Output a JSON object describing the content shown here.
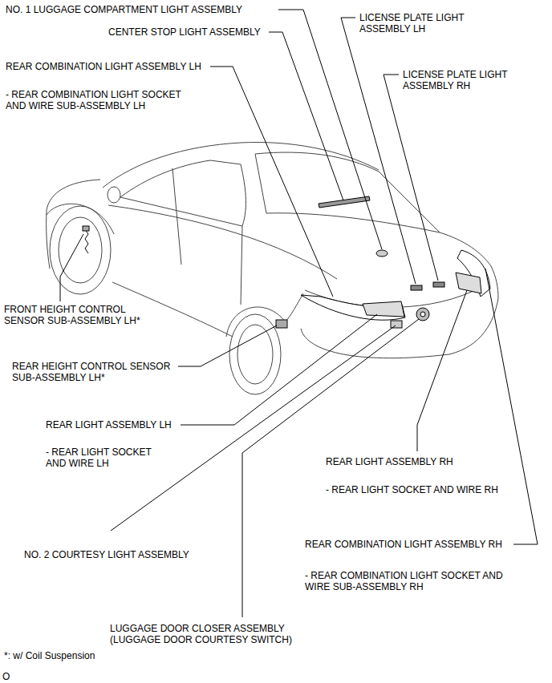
{
  "diagram": {
    "labels": [
      "NO. 1 LUGGAGE COMPARTMENT LIGHT ASSEMBLY",
      "CENTER STOP LIGHT ASSEMBLY",
      "LICENSE PLATE LIGHT ASSEMBLY LH",
      "LICENSE PLATE LIGHT ASSEMBLY RH",
      "REAR COMBINATION LIGHT ASSEMBLY LH",
      "- REAR COMBINATION LIGHT SOCKET AND WIRE SUB-ASSEMBLY LH",
      "FRONT HEIGHT CONTROL SENSOR SUB-ASSEMBLY LH*",
      "REAR HEIGHT CONTROL SENSOR SUB-ASSEMBLY LH*",
      "REAR LIGHT ASSEMBLY LH",
      "- REAR LIGHT SOCKET AND WIRE LH",
      "REAR LIGHT ASSEMBLY RH",
      "- REAR LIGHT SOCKET AND WIRE RH",
      "REAR COMBINATION LIGHT ASSEMBLY RH",
      "- REAR COMBINATION LIGHT SOCKET AND WIRE SUB-ASSEMBLY RH",
      "NO. 2 COURTESY LIGHT ASSEMBLY",
      "LUGGAGE DOOR CLOSER ASSEMBLY (LUGGAGE DOOR COURTESY SWITCH)",
      "*: w/ Coil Suspension",
      "O"
    ]
  }
}
